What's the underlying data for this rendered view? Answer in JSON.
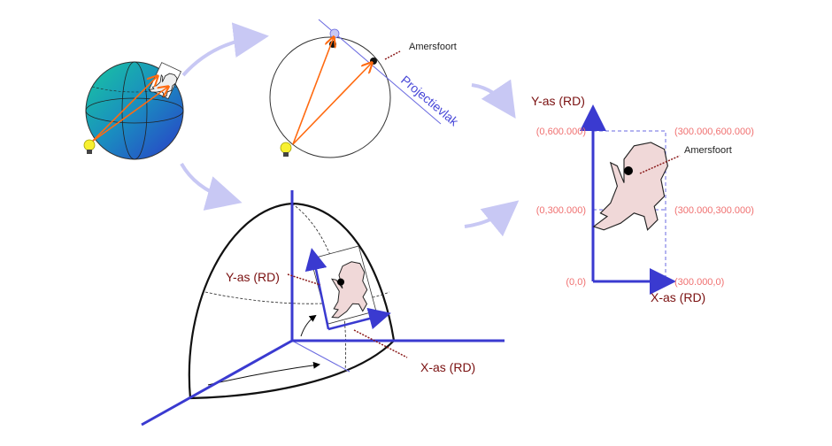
{
  "labels": {
    "amersfoort_top": "Amersfoort",
    "projection_plane": "Projectievlak",
    "y_axis_3d": "Y-as (RD)",
    "x_axis_3d": "X-as (RD)",
    "y_axis_2d": "Y-as (RD)",
    "x_axis_2d": "X-as (RD)",
    "amersfoort_map": "Amersfoort"
  },
  "coordinates": {
    "top_left": "(0,600.000)",
    "top_right": "(300.000,600.000)",
    "mid_left": "(0,300.000)",
    "mid_right": "(300.000,300.000)",
    "origin": "(0,0)",
    "bottom_right": "(300.000,0)"
  },
  "colors": {
    "axis": "#3a3ad0",
    "flow_arrow": "#c8c8f4",
    "projection_ray": "#ff6a10",
    "label_dark": "#7a1010",
    "label_coord": "#f07070",
    "land": "#f0d8d8"
  }
}
